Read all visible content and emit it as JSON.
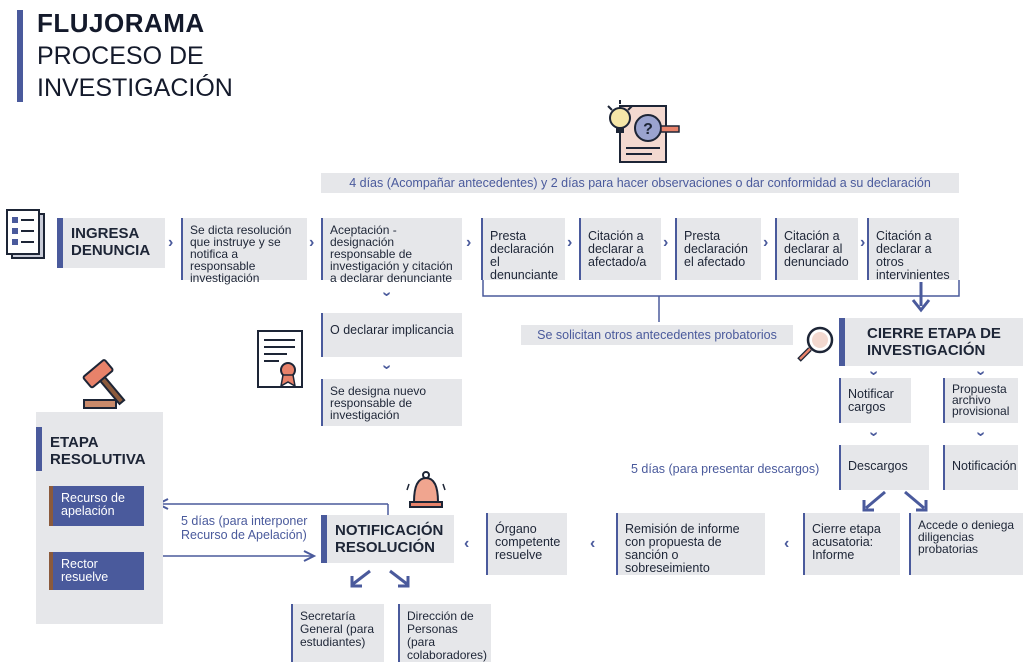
{
  "title": {
    "line1": "FLUJORAMA",
    "line2": "PROCESO DE",
    "line3": "INVESTIGACIÓN"
  },
  "notes": {
    "top": "4 días (Acompañar antecedentes) y 2 días para hacer observaciones o dar conformidad a su declaración",
    "antecedentes": "Se solicitan otros antecedentes probatorios",
    "descargos": "5 días (para presentar descargos)",
    "apelacion": "5 días (para interponer Recurso de Apelación)"
  },
  "steps": {
    "ingresa": "INGRESA DENUNCIA",
    "resolucion": "Se dicta resolución que instruye y se notifica a responsable investigación",
    "aceptacion": "Aceptación - designación responsable de investigación y citación a declarar denunciante",
    "presta1": "Presta declaración el denunciante",
    "citacion1": "Citación a declarar a afectado/a",
    "presta2": "Presta declaración el afectado",
    "citacion2": "Citación a declarar al denunciado",
    "citacion3": "Citación a declarar a otros intervinientes",
    "implicancia": "O declarar implicancia",
    "nuevo": "Se designa nuevo responsable de investigación",
    "cierre": "CIERRE ETAPA DE INVESTIGACIÓN",
    "notificar": "Notificar cargos",
    "propuesta": "Propuesta archivo provisional",
    "descargos": "Descargos",
    "notificacion": "Notificación",
    "cierre_acus": "Cierre etapa acusatoria: Informe",
    "accede": "Accede o deniega diligencias probatorias",
    "remision": "Remisión de informe con propuesta de sanción o sobreseimiento",
    "organo": "Órgano competente resuelve",
    "notif_res": "NOTIFICACIÓN RESOLUCIÓN",
    "secretaria": "Secretaría General (para estudiantes)",
    "direccion": "Dirección de Personas (para colaboradores)",
    "etapa": "ETAPA RESOLUTIVA",
    "recurso": "Recurso de apelación",
    "rector": "Rector resuelve"
  },
  "colors": {
    "accent": "#4a5a9c",
    "box": "#e6e7ea",
    "brown": "#8b5a3c",
    "orange": "#e8826a"
  },
  "icons": [
    "document-checklist-icon",
    "idea-search-icon",
    "certificate-icon",
    "magnifier-icon",
    "gavel-icon",
    "bell-icon"
  ]
}
